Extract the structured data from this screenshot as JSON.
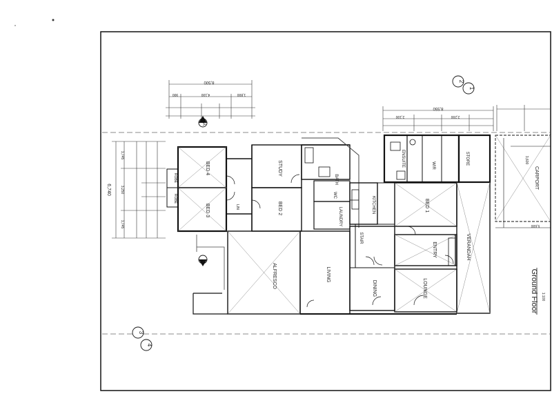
{
  "plan": {
    "rooms": {
      "bed4": "BED 4",
      "bed3": "BED 3",
      "study": "STUDY",
      "bed2": "BED 2",
      "bath": "BATH",
      "wc": "WC",
      "laundry": "LAUNDRY",
      "kitchen": "KITCHEN",
      "ensuite": "ENSUITE",
      "wir": "WIR",
      "store": "STORE",
      "carport": "CARPORT",
      "bed1": "BED 1",
      "entry": "ENTRY",
      "verandah": "VERANDAH",
      "alfresco": "ALFRESCO",
      "living": "LIVING",
      "dining": "DINING",
      "lounge": "LOUNGE",
      "stair": "STAIR",
      "robe1": "ROBE",
      "robe2": "ROBE",
      "linen": "LIN"
    },
    "dimensions": {
      "top_overall": "8,500",
      "top_a": "4,100",
      "top_b": "1,800",
      "top_c": "900",
      "left_overall": "6,740",
      "left_a": "3,250",
      "left_b": "1,745",
      "left_c": "1,745",
      "right_overall": "8,550",
      "right_a": "2,100",
      "right_b": "2,200",
      "carport_a": "3,600",
      "carport_b": "5,600"
    },
    "section_markers": {
      "a_top": "A",
      "a_bottom": "A",
      "m1": "1",
      "m2": "2",
      "m3": "3",
      "m4": "4"
    },
    "title": "Ground Floor",
    "scale": "1:100"
  }
}
